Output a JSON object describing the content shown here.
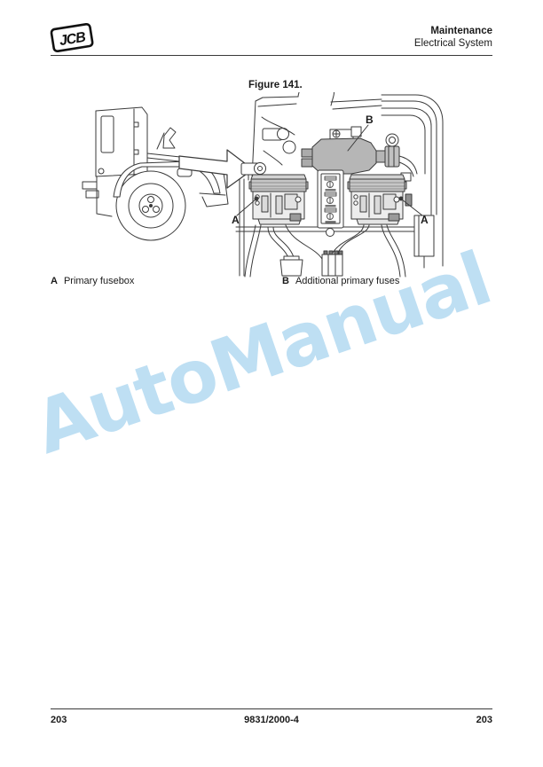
{
  "page": {
    "background": "#ffffff"
  },
  "header": {
    "brand": "JCB",
    "section": "Maintenance",
    "subsection": "Electrical System"
  },
  "figure": {
    "title": "Figure 141.",
    "label_a": "A",
    "label_b": "B",
    "captions": [
      {
        "key": "A",
        "text": "Primary fusebox"
      },
      {
        "key": "B",
        "text": "Additional primary fuses"
      }
    ]
  },
  "watermark": {
    "text": "AutoManual",
    "color": "#BEDFF3"
  },
  "footer": {
    "page_left": "203",
    "doc_code": "9831/2000-4",
    "page_right": "203"
  }
}
